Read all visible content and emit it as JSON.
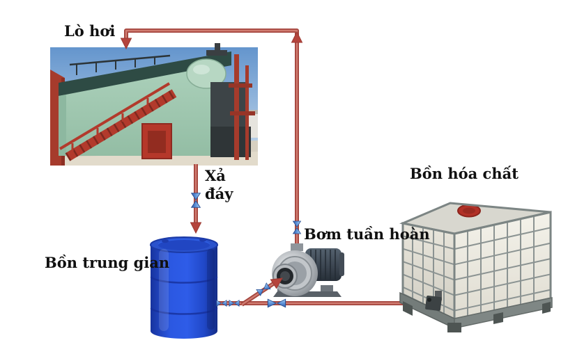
{
  "diagram_type": "boiler-blowdown-and-chemical-dosing-process-flow",
  "components": {
    "boiler": {
      "label": "Lò hơi",
      "depiction": "photo of industrial steam boiler"
    },
    "blowdown_line": {
      "label_line1": "Xả",
      "label_line2": "đáy"
    },
    "intermediate_tank": {
      "label": "Bồn trung gian",
      "depiction": "blue plastic drum"
    },
    "circulation_pump": {
      "label": "Bơm tuần hoàn",
      "depiction": "centrifugal pump with motor"
    },
    "chemical_tank": {
      "label": "Bồn hóa chất",
      "depiction": "IBC tote in metal cage with red cap"
    }
  },
  "connections": [
    {
      "from": "boiler",
      "to": "intermediate_tank",
      "label": "Xả đáy",
      "arrow": "down",
      "valves": 1
    },
    {
      "from": "intermediate_tank",
      "to": "suction_junction",
      "arrow": "none",
      "valves": 2
    },
    {
      "from": "chemical_tank",
      "to": "suction_junction",
      "arrow": "none",
      "valves": 1
    },
    {
      "from": "suction_junction",
      "to": "circulation_pump",
      "arrow": "into-pump",
      "valves": 1
    },
    {
      "from": "circulation_pump",
      "to": "boiler",
      "arrow": "up-then-left-then-down",
      "valves": 1
    }
  ],
  "valve_symbol": {
    "shape": "bowtie",
    "count": 6
  },
  "colors": {
    "background": "#ffffff",
    "label_ink": "#101010",
    "pipe": "#a4453d",
    "pipe_light": "#d07c71",
    "arrow": "#b5443c",
    "valve_blue": "#4a7fc1",
    "drum_blue": "#2450d2",
    "boiler_green": "#a2c8b2",
    "cage_gray": "#8b9392",
    "ibc_body": "#edebe2",
    "ibc_cap": "#b23127"
  }
}
